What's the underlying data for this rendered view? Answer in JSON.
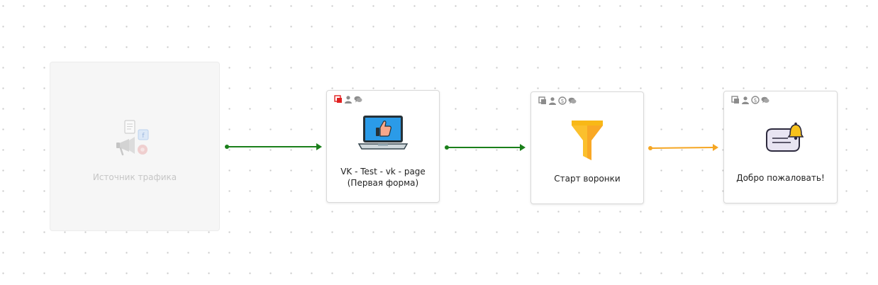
{
  "nodes": {
    "source": {
      "label": "Источник трафика"
    },
    "vk_form": {
      "label_line1": "VK - Test - vk - page",
      "label_line2": "(Первая форма)"
    },
    "funnel_start": {
      "label": "Старт воронки"
    },
    "welcome": {
      "label": "Добро пожаловать!"
    }
  },
  "colors": {
    "connector_green": "#1a7f1a",
    "connector_orange": "#f5a623",
    "badge_gray": "#8c8c8c",
    "badge_red": "#e02020",
    "funnel_yellow": "#f8b817"
  },
  "icons": {
    "source": "megaphone-social-icon",
    "vk_form": "laptop-thumbs-up-icon",
    "funnel_start": "funnel-icon",
    "welcome": "chat-bell-icon",
    "badges": [
      "copy-icon",
      "user-icon",
      "coin-icon",
      "comment-icon"
    ]
  }
}
